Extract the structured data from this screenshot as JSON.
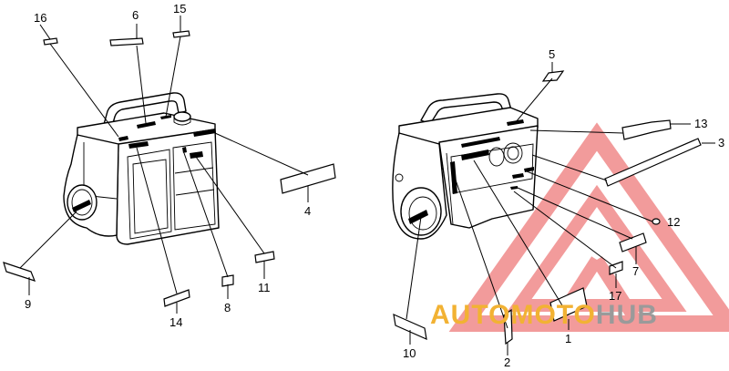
{
  "callouts": {
    "c1": "1",
    "c2": "2",
    "c3": "3",
    "c4": "4",
    "c5": "5",
    "c6": "6",
    "c7": "7",
    "c8": "8",
    "c9": "9",
    "c10": "10",
    "c11": "11",
    "c12": "12",
    "c13": "13",
    "c14": "14",
    "c15": "15",
    "c16": "16",
    "c17": "17"
  },
  "watermark": {
    "part1": "AUTO",
    "part2": "MOTO",
    "part3": "HUB",
    "color_orange": "#f2b233",
    "color_red": "#e84a4a",
    "color_gray": "#9a9a9a"
  }
}
